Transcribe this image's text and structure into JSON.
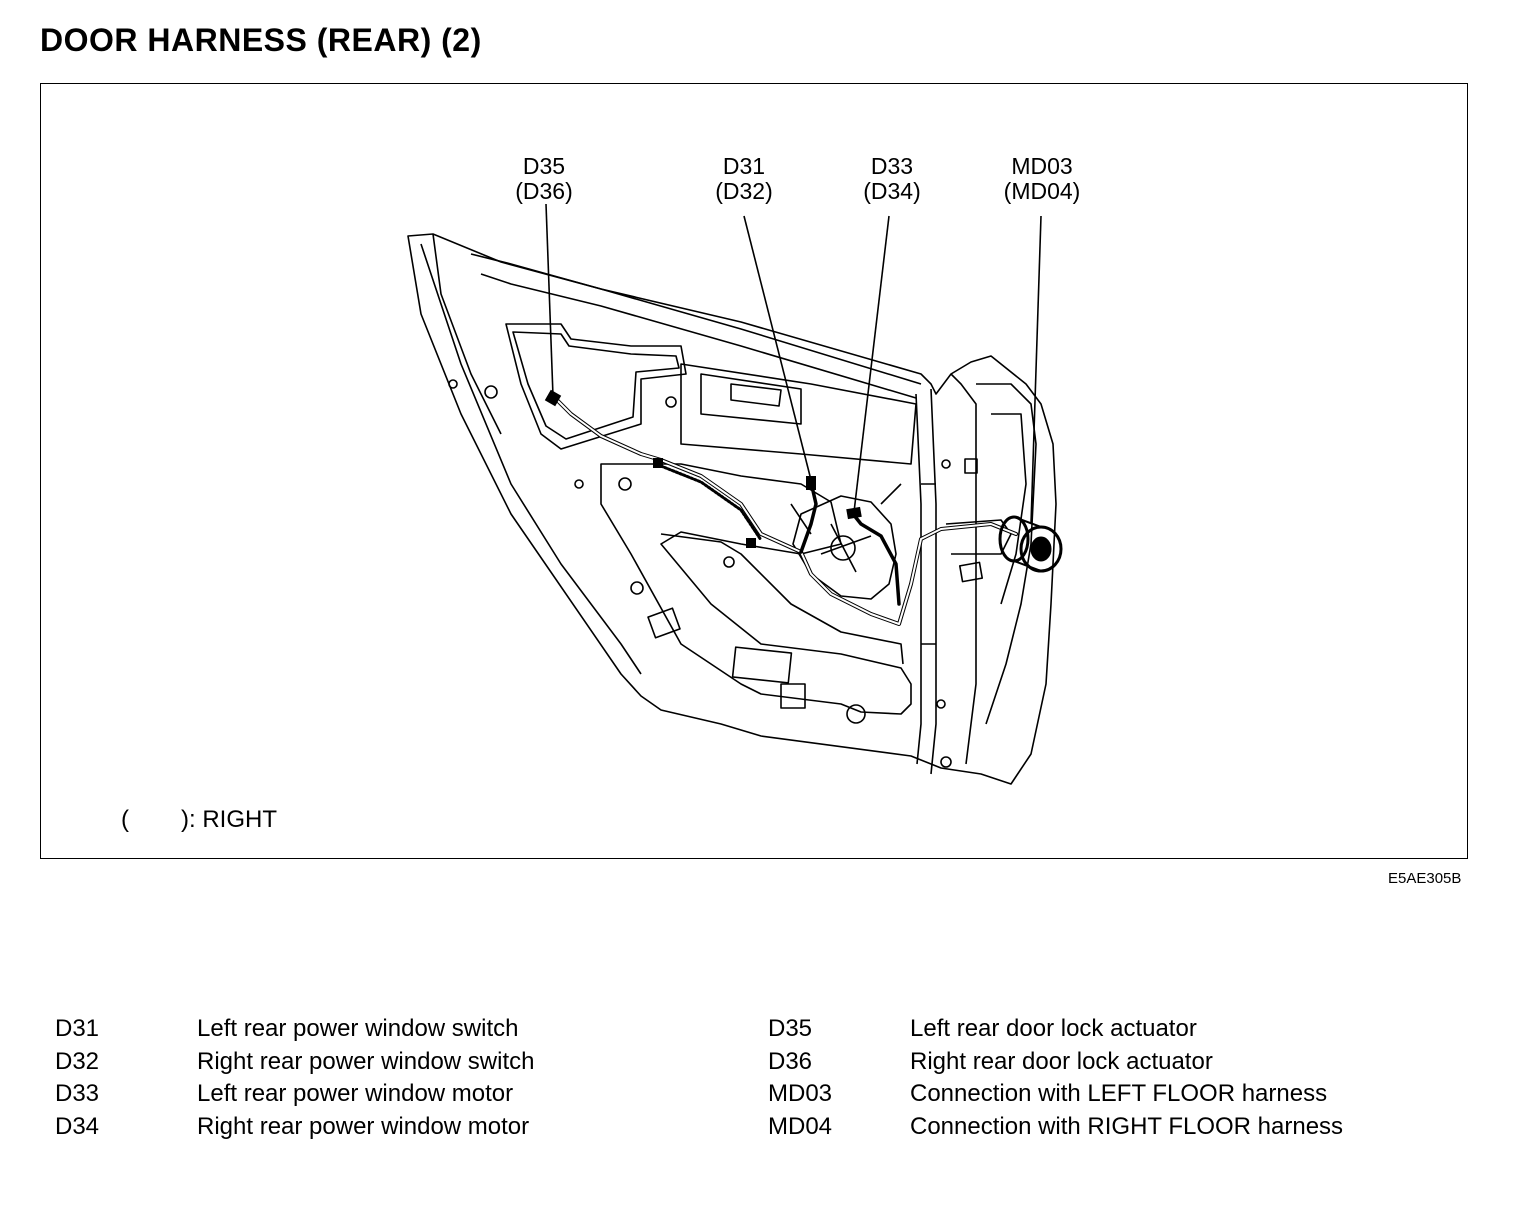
{
  "title": "DOOR HARNESS (REAR) (2)",
  "callouts": [
    {
      "line1": "D35",
      "line2": "(D36)"
    },
    {
      "line1": "D31",
      "line2": "(D32)"
    },
    {
      "line1": "D33",
      "line2": "(D34)"
    },
    {
      "line1": "MD03",
      "line2": "(MD04)"
    }
  ],
  "note": {
    "paren_open": "(",
    "paren_close": ")",
    "text": ":  RIGHT"
  },
  "figure_code": "E5AE305B",
  "legend_left": [
    {
      "code": "D31",
      "desc": "Left rear power window switch"
    },
    {
      "code": "D32",
      "desc": "Right rear power window switch"
    },
    {
      "code": "D33",
      "desc": "Left rear power window motor"
    },
    {
      "code": "D34",
      "desc": "Right rear power window motor"
    }
  ],
  "legend_right": [
    {
      "code": "D35",
      "desc": "Left rear door lock actuator"
    },
    {
      "code": "D36",
      "desc": "Right rear door lock actuator"
    },
    {
      "code": "MD03",
      "desc": "Connection with LEFT FLOOR harness"
    },
    {
      "code": "MD04",
      "desc": "Connection with RIGHT FLOOR harness"
    }
  ]
}
